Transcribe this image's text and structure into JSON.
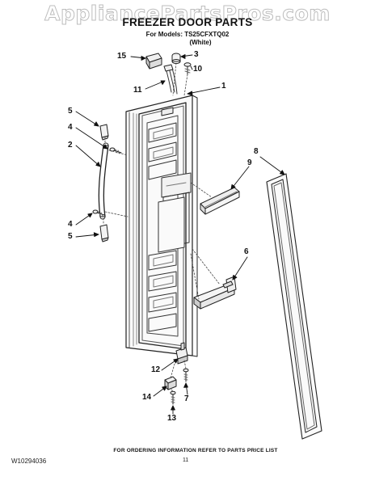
{
  "watermark": "AppliancePartsPros.com",
  "header": {
    "title": "FREEZER DOOR PARTS",
    "models": "For Models: TS25CFXTQ02",
    "color": "(White)"
  },
  "callouts": {
    "c1": "1",
    "c2": "2",
    "c3": "3",
    "c4a": "4",
    "c4b": "4",
    "c5a": "5",
    "c5b": "5",
    "c6": "6",
    "c7": "7",
    "c8": "8",
    "c9": "9",
    "c10": "10",
    "c11": "11",
    "c12": "12",
    "c13": "13",
    "c14": "14",
    "c15": "15"
  },
  "footer": {
    "note": "FOR ORDERING INFORMATION REFER TO PARTS PRICE LIST",
    "doc_number": "W10294036",
    "page_number": "11"
  }
}
